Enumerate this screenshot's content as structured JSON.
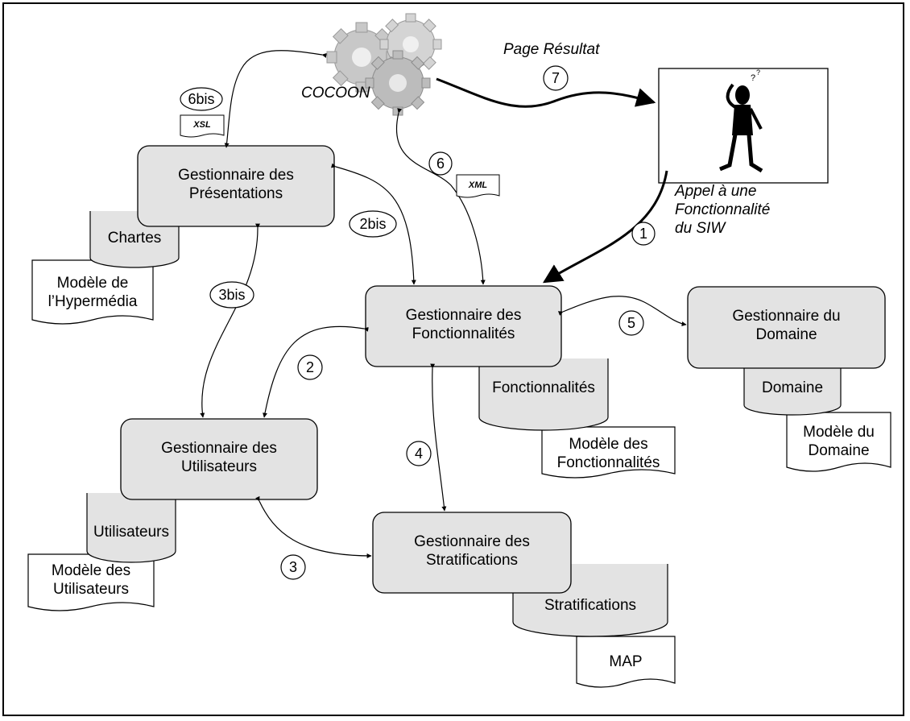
{
  "managers": {
    "presentations": "Gestionnaire des\nPrésentations",
    "fonctionnalites": "Gestionnaire des\nFonctionnalités",
    "domaine": "Gestionnaire du\nDomaine",
    "utilisateurs": "Gestionnaire des\nUtilisateurs",
    "stratifications": "Gestionnaire des\nStratifications"
  },
  "databases": {
    "chartes": "Chartes",
    "fonctionnalites": "Fonctionnalités",
    "domaine": "Domaine",
    "utilisateurs": "Utilisateurs",
    "stratifications": "Stratifications"
  },
  "models": {
    "hypermedia": "Modèle de\nl’Hypermédia",
    "fonctionnalites": "Modèle des\nFonctionnalités",
    "domaine": "Modèle du\nDomaine",
    "utilisateurs": "Modèle des\nUtilisateurs",
    "map": "MAP"
  },
  "cocoon": "COCOON",
  "page_resultat": "Page Résultat",
  "appel": "Appel à une\nFonctionnalité\ndu SIW",
  "documents": {
    "xsl": "XSL",
    "xml": "XML"
  },
  "steps": {
    "s1": "1",
    "s2": "2",
    "s2bis": "2bis",
    "s3": "3",
    "s3bis": "3bis",
    "s4": "4",
    "s5": "5",
    "s6": "6",
    "s6bis": "6bis",
    "s7": "7"
  },
  "colors": {
    "box_fill": "#e3e3e3",
    "line": "#000000",
    "background": "#ffffff"
  }
}
